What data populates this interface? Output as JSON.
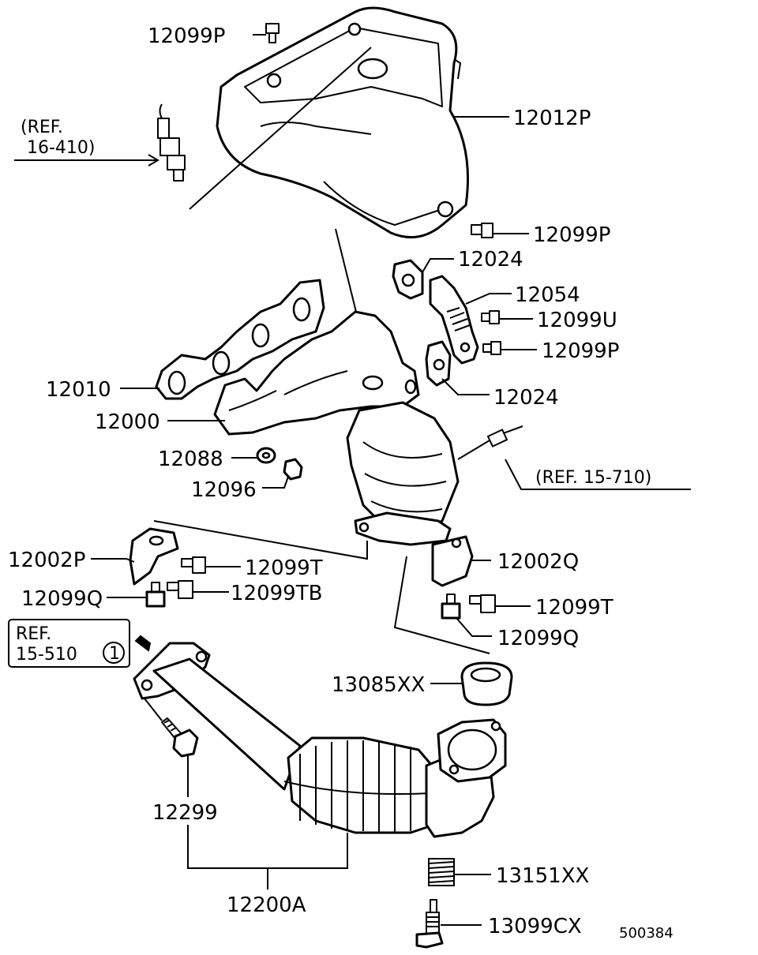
{
  "labels": {
    "p12099P_a": "12099P",
    "p12012P": "12012P",
    "p12099P_b": "12099P",
    "p12024_a": "12024",
    "p12054": "12054",
    "p12099U": "12099U",
    "p12099P_c": "12099P",
    "p12024_b": "12024",
    "p12010": "12010",
    "p12000": "12000",
    "p12088": "12088",
    "p12096": "12096",
    "p12002P": "12002P",
    "p12099T_a": "12099T",
    "p12099Q_a": "12099Q",
    "p12099TB": "12099TB",
    "p12002Q": "12002Q",
    "p12099T_b": "12099T",
    "p12099Q_b": "12099Q",
    "p13085XX": "13085XX",
    "p12299": "12299",
    "p12200A": "12200A",
    "p13151XX": "13151XX",
    "p13099CX": "13099CX"
  },
  "refs": {
    "ref_16_410_line1": "(REF.",
    "ref_16_410_line2": "16-410)",
    "ref_15_710": "(REF. 15-710)",
    "ref_15_510_line1": "REF.",
    "ref_15_510_line2": "15-510",
    "ref_15_510_circle": "1"
  },
  "diagram_code": "500384"
}
